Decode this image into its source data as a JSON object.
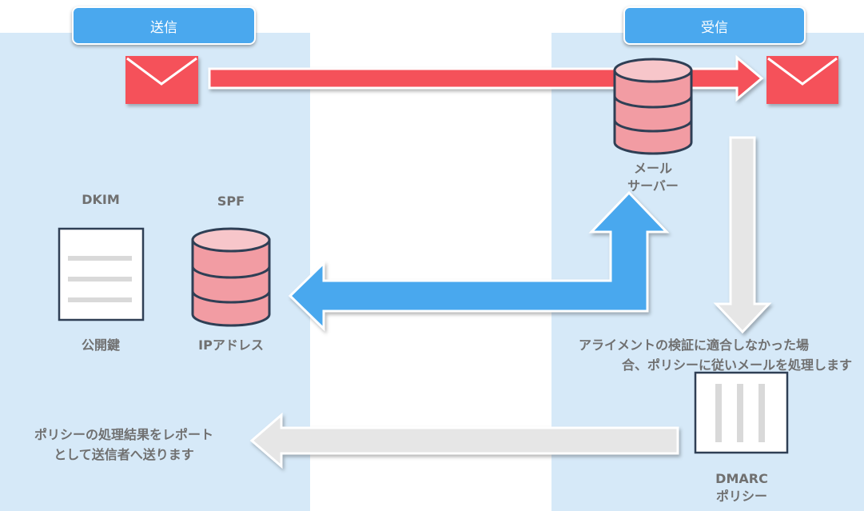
{
  "sender": {
    "tab_label": "送信"
  },
  "receiver": {
    "tab_label": "受信"
  },
  "mail_server": {
    "line1": "メール",
    "line2": "サーバー"
  },
  "dkim": {
    "title": "DKIM",
    "caption": "公開鍵"
  },
  "spf": {
    "title": "SPF",
    "caption": "IPアドレス"
  },
  "alignment_note": {
    "line1": "アライメントの検証に適合しなかった場",
    "line2": "合、ポリシーに従いメールを処理します"
  },
  "report_note": {
    "line1": "ポリシーの処理結果をレポート",
    "line2": "として送信者へ送ります"
  },
  "dmarc": {
    "line1": "DMARC",
    "line2": "ポリシー"
  },
  "colors": {
    "panel": "#d6e9f8",
    "accent_blue": "#4aa8ee",
    "mail_red": "#f5515a",
    "db_pink": "#f4a0a6",
    "arrow_gray": "#e6e6e6",
    "text_gray": "#707070"
  }
}
